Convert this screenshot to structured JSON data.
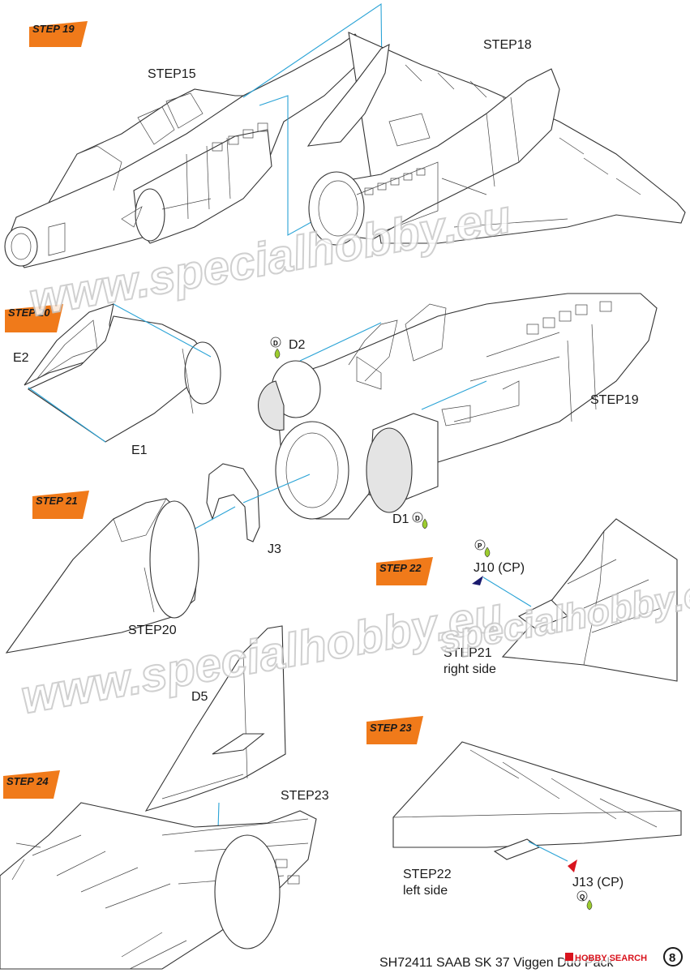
{
  "colors": {
    "step_tag": "#f07a1a",
    "guide_line": "#2aa3d6",
    "paint_drop": "#9ccc2e",
    "clear_part": "#1a1a6e",
    "red_part": "#d9141e"
  },
  "step_tags": {
    "s19": "STEP 19",
    "s20": "STEP 20",
    "s21": "STEP 21",
    "s22": "STEP 22",
    "s23": "STEP 23",
    "s24": "STEP 24"
  },
  "labels": {
    "step15": "STEP15",
    "step18": "STEP18",
    "e2": "E2",
    "e1": "E1",
    "d2": "D2",
    "step19": "STEP19",
    "d1": "D1",
    "j3": "J3",
    "step20": "STEP20",
    "j10": "J10 (CP)",
    "step21_line1": "STEP21",
    "step21_line2": "right side",
    "d5": "D5",
    "step23": "STEP23",
    "step22_line1": "STEP22",
    "step22_line2": "left side",
    "j13": "J13 (CP)"
  },
  "paint_codes": {
    "d2": "D",
    "d1": "D",
    "j10": "P",
    "j13": "Q"
  },
  "watermark": {
    "line1": "www.specialhobby.eu",
    "line2": "specialhobby.eu"
  },
  "footer": {
    "text": "SH72411 SAAB SK 37 Viggen Duo Pack",
    "hobbysearch": "HOBBY SEARCH",
    "page_number": "8"
  }
}
